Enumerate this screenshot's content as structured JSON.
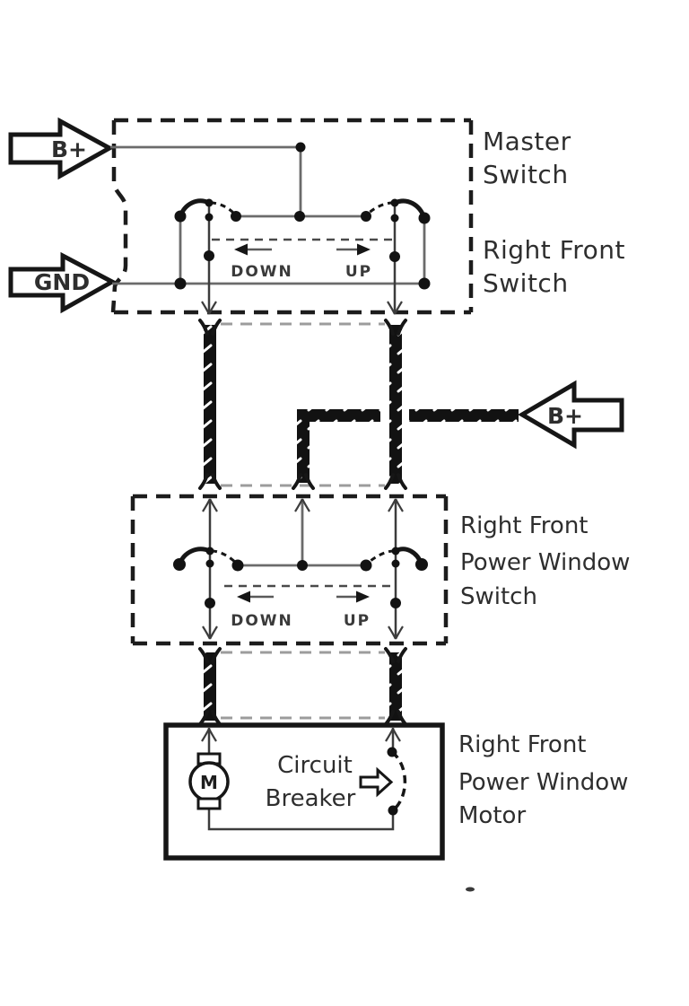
{
  "connectors": {
    "battery_left": "B+",
    "ground_left": "GND",
    "battery_right": "B+"
  },
  "component_labels": {
    "master_switch": {
      "lines": [
        "Master",
        "Switch"
      ]
    },
    "right_front_switch": {
      "lines": [
        "Right Front",
        "Switch"
      ]
    },
    "right_front_power_window_switch": {
      "lines": [
        "Right Front",
        "Power Window",
        "Switch"
      ]
    },
    "right_front_power_window_motor": {
      "lines": [
        "Right Front",
        "Power Window",
        "Motor"
      ]
    }
  },
  "switch_positions": {
    "master": {
      "down": "DOWN",
      "up": "UP"
    },
    "window_switch": {
      "down": "DOWN",
      "up": "UP"
    }
  },
  "motor": {
    "symbol": "M"
  },
  "circuit_breaker": {
    "lines": [
      "Circuit",
      "Breaker"
    ]
  },
  "colors": {
    "ink": "#161616",
    "wire_gray": "#6b6b6b",
    "background": "#ffffff"
  }
}
